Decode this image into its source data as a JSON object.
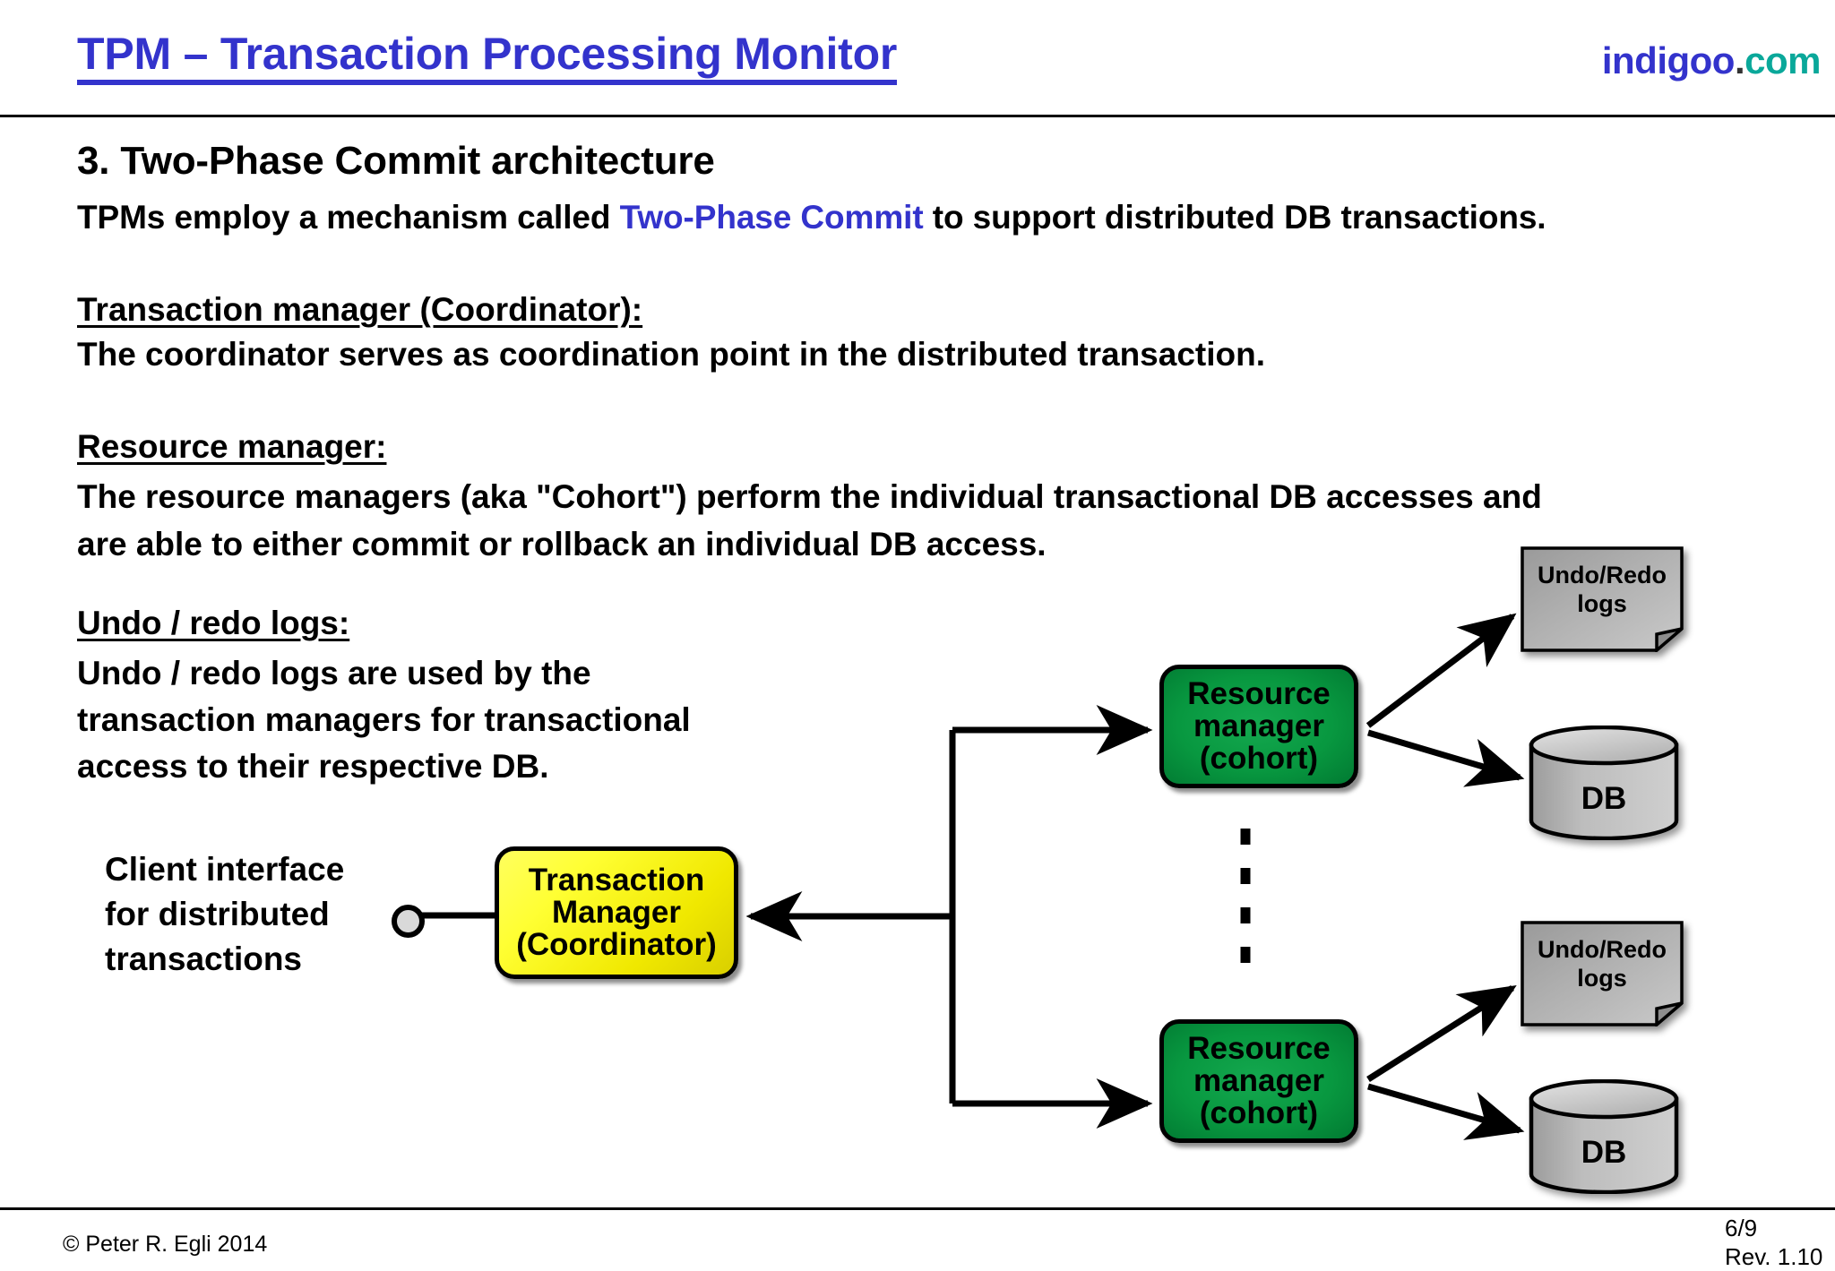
{
  "header": {
    "title": "TPM – Transaction Processing Monitor",
    "logo": {
      "name": "indigoo",
      "dot": ".",
      "tld": "com"
    },
    "title_color": "#3333cc",
    "logo_tld_color": "#0aa89a"
  },
  "content": {
    "section_heading": "3. Two-Phase Commit architecture",
    "intro": {
      "before": "TPMs employ a mechanism called ",
      "highlight": "Two-Phase Commit",
      "after": " to support distributed DB transactions.",
      "highlight_color": "#3333cc"
    },
    "transaction_manager": {
      "heading": "Transaction manager (Coordinator):",
      "body": "The coordinator serves as coordination point in the distributed transaction."
    },
    "resource_manager": {
      "heading": "Resource manager:",
      "body_line1": "The resource managers (aka \"Cohort\") perform the individual transactional DB accesses and",
      "body_line2": "are able to either commit or rollback an individual DB access."
    },
    "undo_redo": {
      "heading": "Undo / redo logs:",
      "body_line1": "Undo / redo logs are used by the",
      "body_line2": "transaction managers for transactional",
      "body_line3": "access to their  respective DB."
    }
  },
  "diagram": {
    "client_label": {
      "line1": "Client interface",
      "line2": "for distributed",
      "line3": "transactions"
    },
    "transaction_manager_node": {
      "line1": "Transaction",
      "line2": "Manager",
      "line3": "(Coordinator)",
      "fill": "#ffff33"
    },
    "resource_managers": [
      {
        "line1": "Resource",
        "line2": "manager",
        "line3": "(cohort)",
        "fill": "#089840"
      },
      {
        "line1": "Resource",
        "line2": "manager",
        "line3": "(cohort)",
        "fill": "#089840"
      }
    ],
    "logs": [
      {
        "line1": "Undo/Redo",
        "line2": "logs",
        "fill": "#a8a8a8"
      },
      {
        "line1": "Undo/Redo",
        "line2": "logs",
        "fill": "#a8a8a8"
      }
    ],
    "databases": [
      {
        "label": "DB",
        "fill": "#b3b3b3"
      },
      {
        "label": "DB",
        "fill": "#b3b3b3"
      }
    ]
  },
  "footer": {
    "copyright": "© Peter R. Egli 2014",
    "page": "6/9",
    "revision": "Rev. 1.10"
  }
}
